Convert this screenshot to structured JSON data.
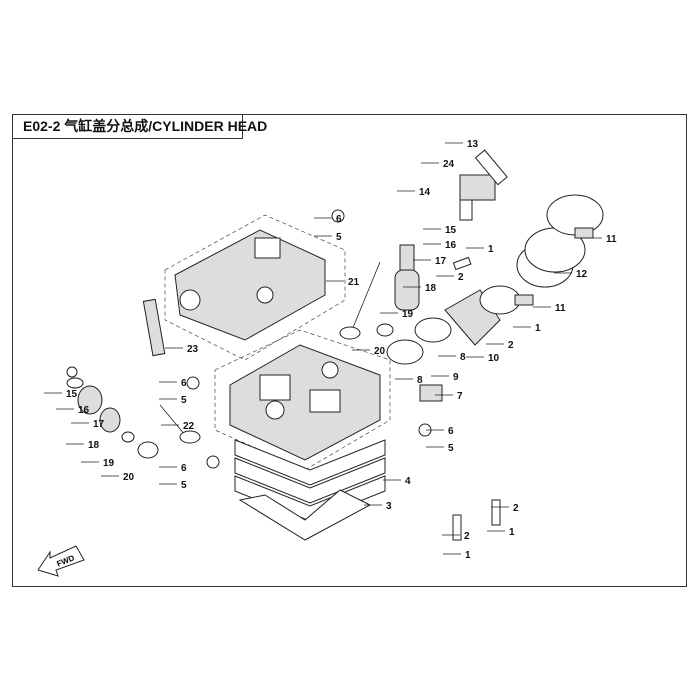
{
  "header": {
    "title": "E02-2 气缸盖分总成/CYLINDER HEAD"
  },
  "fwd_arrow": {
    "label": "FWD"
  },
  "callouts": [
    "13",
    "24",
    "14",
    "15",
    "16",
    "1",
    "17",
    "2",
    "11",
    "12",
    "11",
    "21",
    "18",
    "19",
    "1",
    "2",
    "20",
    "8",
    "10",
    "9",
    "8",
    "7",
    "6",
    "5",
    "23",
    "6",
    "5",
    "15",
    "16",
    "17",
    "18",
    "22",
    "19",
    "20",
    "6",
    "5",
    "6",
    "5",
    "4",
    "3",
    "2",
    "1",
    "2",
    "1"
  ]
}
